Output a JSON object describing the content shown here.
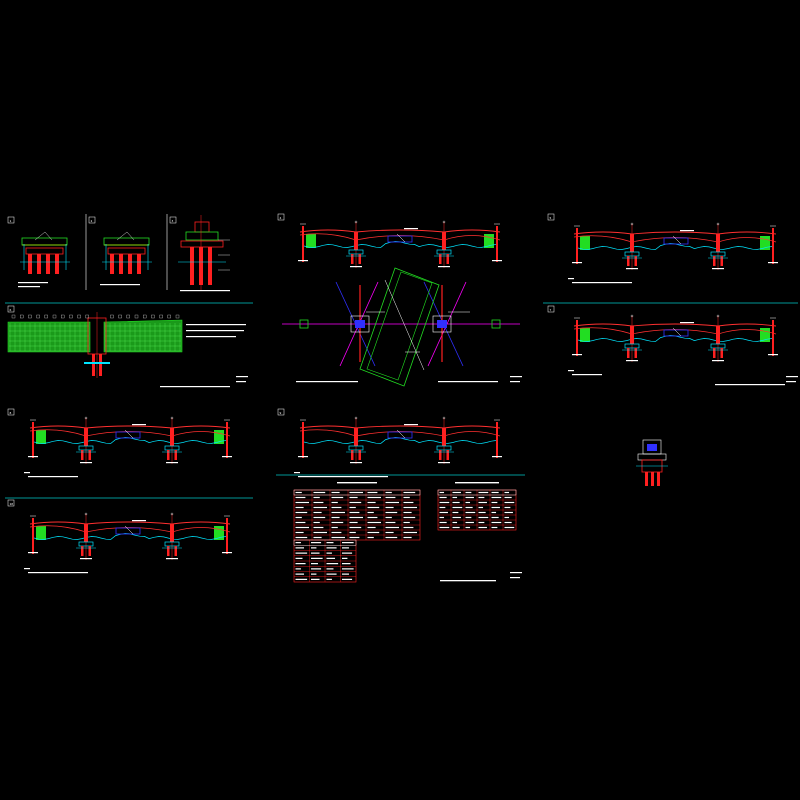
{
  "drawing": {
    "background": "#000000",
    "colors": {
      "pier": "#ff2020",
      "girder": "#ff3030",
      "ground": "#00e5ff",
      "green_fill": "#22dd22",
      "blue": "#3030ff",
      "magenta": "#ff00ff",
      "white": "#ffffff",
      "yellow": "#ffff00",
      "frame": "#00c8c8"
    },
    "panel_tags": [
      "1",
      "2",
      "3",
      "4",
      "5",
      "6",
      "7",
      "8",
      "9",
      "10",
      "11"
    ],
    "tables": [
      {
        "id": "left-table",
        "columns": 7,
        "rows": 16
      },
      {
        "id": "right-table",
        "columns": 6,
        "rows": 8
      }
    ]
  }
}
